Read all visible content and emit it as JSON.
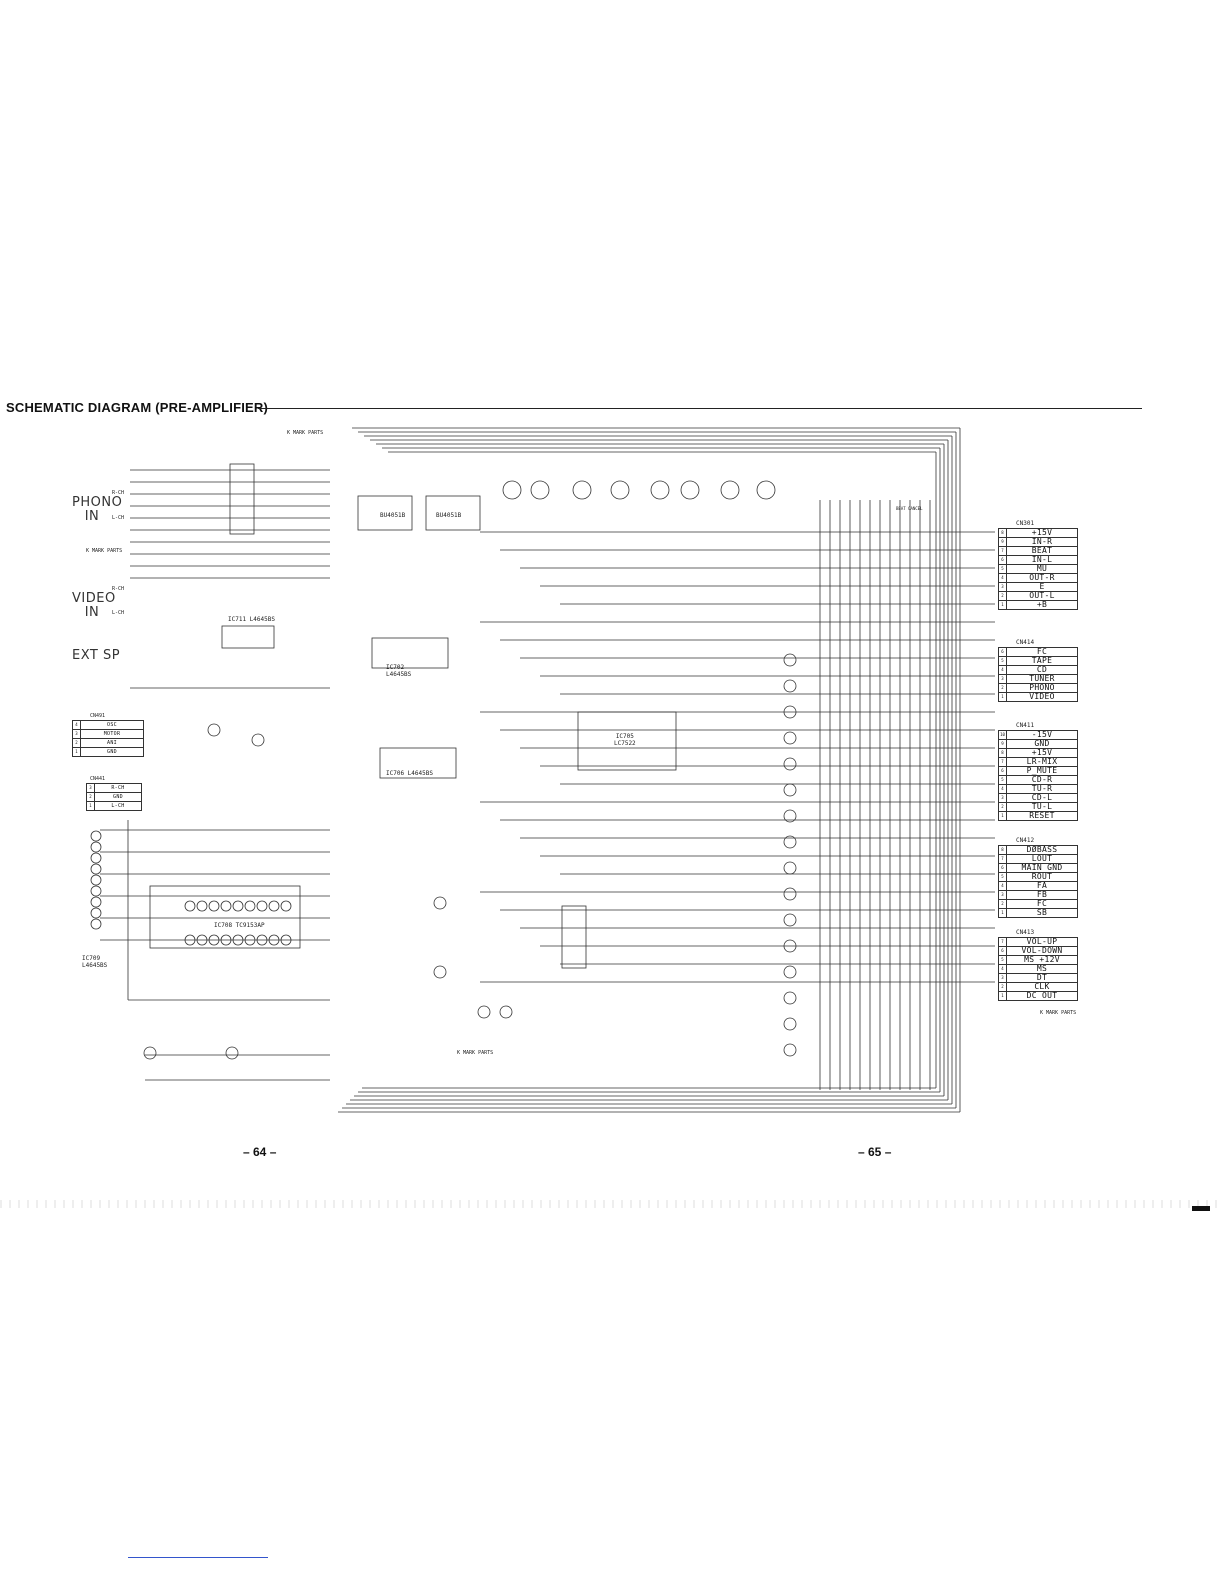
{
  "page": {
    "title": "SCHEMATIC  DIAGRAM (PRE-AMPLIFIER)",
    "page_left": "– 64 –",
    "page_right": "– 65 –"
  },
  "inputs": {
    "phono": "PHONO\nIN",
    "video": "VIDEO\nIN",
    "ext_sp": "EXT SP",
    "rch": "R-CH",
    "lch": "L-CH"
  },
  "ics": {
    "ic711": "IC711  L4645BS",
    "ic705": "IC705\nLC7522",
    "ic708": "IC708  TC9153AP",
    "ic709": "IC709\nL4645BS",
    "ic706": "IC706  L4645BS",
    "ic702": "IC702\nL4645BS",
    "bu4051a": "BU4051B",
    "bu4051b": "BU4051B",
    "beat_cancel": "BEAT CANCEL",
    "mark_parts": "K MARK PARTS"
  },
  "connectors": {
    "cn301": {
      "name": "CN301",
      "pins": [
        {
          "pin": "8",
          "sig": "+15V"
        },
        {
          "pin": "9",
          "sig": "IN-R"
        },
        {
          "pin": "7",
          "sig": "BEAT"
        },
        {
          "pin": "6",
          "sig": "IN-L"
        },
        {
          "pin": "5",
          "sig": "MU"
        },
        {
          "pin": "4",
          "sig": "OUT-R"
        },
        {
          "pin": "3",
          "sig": "E"
        },
        {
          "pin": "2",
          "sig": "OUT-L"
        },
        {
          "pin": "1",
          "sig": "+B"
        }
      ]
    },
    "cn414": {
      "name": "CN414",
      "pins": [
        {
          "pin": "6",
          "sig": "FC"
        },
        {
          "pin": "5",
          "sig": "TAPE"
        },
        {
          "pin": "4",
          "sig": "CD"
        },
        {
          "pin": "3",
          "sig": "TUNER"
        },
        {
          "pin": "2",
          "sig": "PHONO"
        },
        {
          "pin": "1",
          "sig": "VIDEO"
        }
      ]
    },
    "cn411": {
      "name": "CN411",
      "pins": [
        {
          "pin": "10",
          "sig": "-15V"
        },
        {
          "pin": "9",
          "sig": "GND"
        },
        {
          "pin": "8",
          "sig": "+15V"
        },
        {
          "pin": "7",
          "sig": "LR-MIX"
        },
        {
          "pin": "6",
          "sig": "P_MUTE"
        },
        {
          "pin": "5",
          "sig": "CD-R"
        },
        {
          "pin": "4",
          "sig": "TU-R"
        },
        {
          "pin": "3",
          "sig": "CD-L"
        },
        {
          "pin": "2",
          "sig": "TU-L"
        },
        {
          "pin": "1",
          "sig": "RESET"
        }
      ]
    },
    "cn412": {
      "name": "CN412",
      "pins": [
        {
          "pin": "8",
          "sig": "DØBASS"
        },
        {
          "pin": "7",
          "sig": "LOUT"
        },
        {
          "pin": "6",
          "sig": "MAIN GND"
        },
        {
          "pin": "5",
          "sig": "ROUT"
        },
        {
          "pin": "4",
          "sig": "FA"
        },
        {
          "pin": "3",
          "sig": "FB"
        },
        {
          "pin": "2",
          "sig": "FC"
        },
        {
          "pin": "1",
          "sig": "SB"
        }
      ]
    },
    "cn413": {
      "name": "CN413",
      "pins": [
        {
          "pin": "7",
          "sig": "VOL-UP"
        },
        {
          "pin": "6",
          "sig": "VOL-DOWN"
        },
        {
          "pin": "5",
          "sig": "MS +12V"
        },
        {
          "pin": "4",
          "sig": "MS"
        },
        {
          "pin": "3",
          "sig": "DT"
        },
        {
          "pin": "2",
          "sig": "CLK"
        },
        {
          "pin": "1",
          "sig": "DC OUT"
        }
      ]
    },
    "cn491": {
      "name": "CN491",
      "pins": [
        {
          "pin": "4",
          "sig": "OSC"
        },
        {
          "pin": "3",
          "sig": "MOTOR"
        },
        {
          "pin": "2",
          "sig": "ANI"
        },
        {
          "pin": "1",
          "sig": "GND"
        }
      ]
    },
    "cn441": {
      "name": "CN441",
      "pins": [
        {
          "pin": "3",
          "sig": "R-CH"
        },
        {
          "pin": "2",
          "sig": "GND"
        },
        {
          "pin": "1",
          "sig": "L-CH"
        }
      ]
    }
  }
}
